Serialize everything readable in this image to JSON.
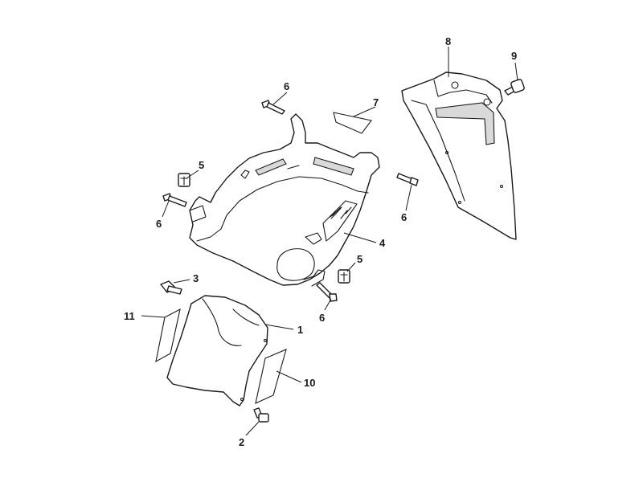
{
  "diagram": {
    "callouts": {
      "c1": "1",
      "c2": "2",
      "c3": "3",
      "c4": "4",
      "c5a": "5",
      "c5b": "5",
      "c6a": "6",
      "c6b": "6",
      "c6c": "6",
      "c6d": "6",
      "c7": "7",
      "c8": "8",
      "c9": "9",
      "c10": "10",
      "c11": "11"
    }
  }
}
